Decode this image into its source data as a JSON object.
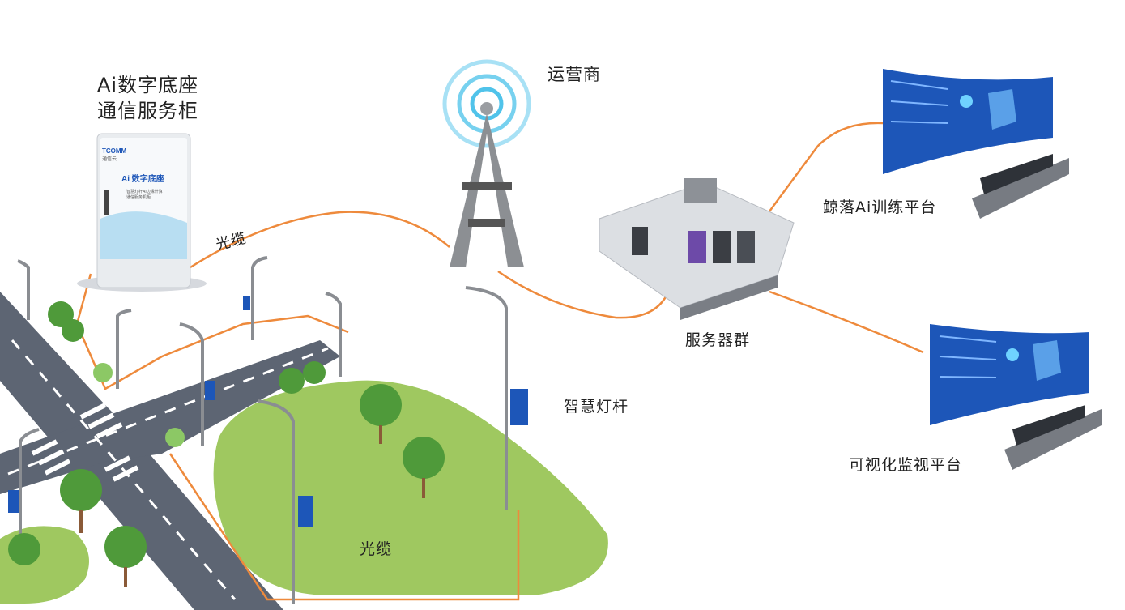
{
  "labels": {
    "cabinet_line1": "Ai数字底座",
    "cabinet_line2": "通信服务柜",
    "operator": "运营商",
    "server_group": "服务器群",
    "smart_pole": "智慧灯杆",
    "cable_upper": "光缆",
    "cable_lower": "光缆",
    "training_platform": "鲸落Ai训练平台",
    "visual_platform": "可视化监视平台"
  },
  "cabinet_panel": {
    "brand": "TCOMM",
    "brand_sub": "通信云",
    "title": "Ai 数字底座",
    "sub1": "智慧灯杆AI边缘计算",
    "sub2": "通信服务机柜"
  },
  "colors": {
    "cable": "#ee8a3c",
    "road": "#5d6573",
    "grass": "#9fc860",
    "tree": "#4f9a3a",
    "pole": "#8a8d92",
    "screen": "#1d56b8",
    "signal": "#3dbde8"
  }
}
